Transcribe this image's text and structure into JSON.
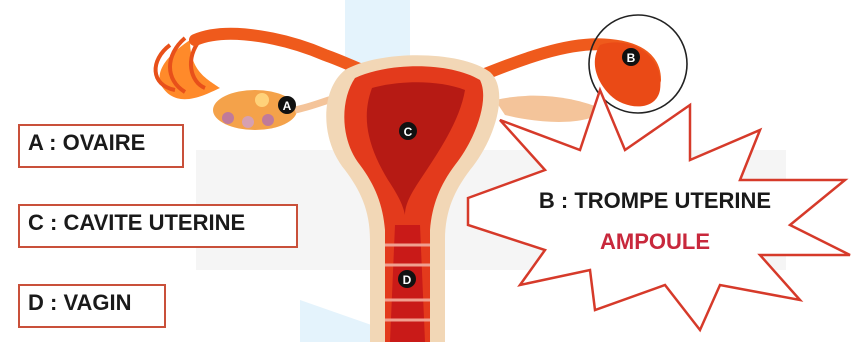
{
  "labels": {
    "a_box": "A : OVAIRE",
    "c_box": "C : CAVITE UTERINE",
    "d_box": "D : VAGIN",
    "b_box_line1": "B : TROMPE UTERINE",
    "b_box_line2": "AMPOULE"
  },
  "markers": {
    "a": "A",
    "b": "B",
    "c": "C",
    "d": "D"
  },
  "colors": {
    "tissue_orange": "#f06a1c",
    "tissue_red": "#d6231f",
    "beige": "#f2d7b6",
    "ovary": "#f4a24a",
    "box_border": "#c9503a",
    "ampoule_text": "#c8283c",
    "watermark": "#7fc4ee"
  }
}
